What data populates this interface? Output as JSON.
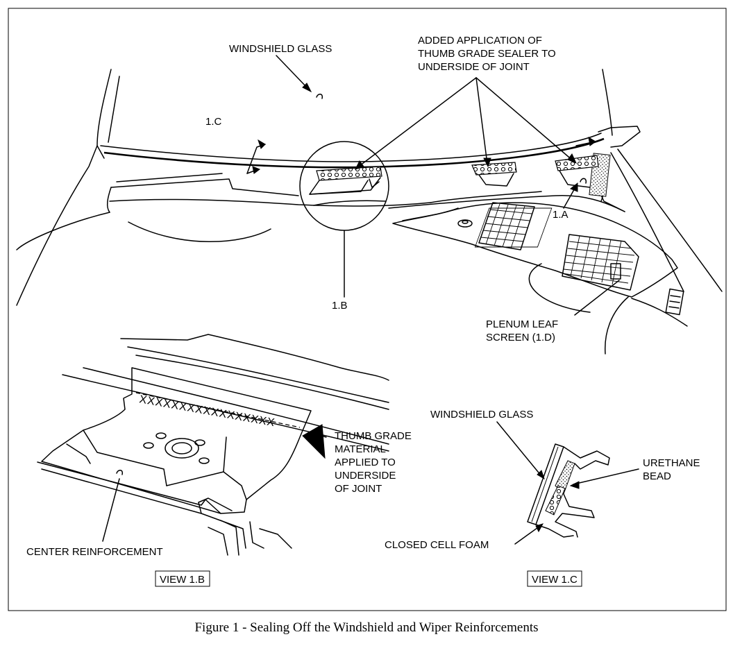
{
  "labels": {
    "windshield_glass_top": "WINDSHIELD GLASS",
    "added_application": [
      "ADDED APPLICATION OF",
      "THUMB GRADE SEALER TO",
      "UNDERSIDE OF JOINT"
    ],
    "callout_1c": "1.C",
    "callout_1a": "1.A",
    "callout_1b": "1.B",
    "plenum": [
      "PLENUM LEAF",
      "SCREEN (1.D)"
    ],
    "thumb_grade": [
      "THUMB GRADE",
      "MATERIAL",
      "APPLIED TO",
      "UNDERSIDE",
      "OF JOINT"
    ],
    "center_reinforcement": "CENTER REINFORCEMENT",
    "windshield_glass_detail": "WINDSHIELD GLASS",
    "urethane": [
      "URETHANE",
      "BEAD"
    ],
    "closed_cell_foam": "CLOSED CELL FOAM",
    "view_1b": "VIEW 1.B",
    "view_1c": "VIEW 1.C"
  },
  "caption": "Figure 1 - Sealing Off the Windshield and Wiper Reinforcements"
}
